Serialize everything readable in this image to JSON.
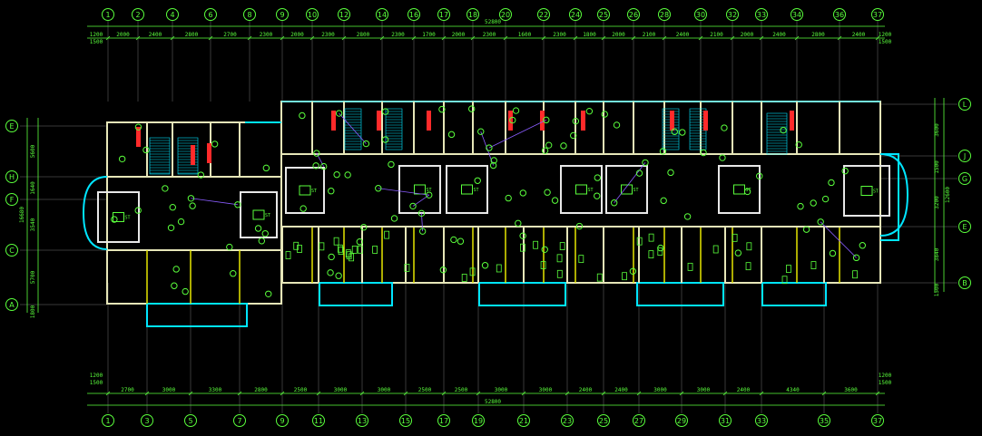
{
  "top_axes": [
    "1",
    "2",
    "4",
    "6",
    "8",
    "9",
    "10",
    "12",
    "14",
    "16",
    "17",
    "18",
    "20",
    "22",
    "24",
    "25",
    "26",
    "28",
    "30",
    "32",
    "33",
    "34",
    "36",
    "37"
  ],
  "bottom_axes": [
    "1",
    "3",
    "5",
    "7",
    "9",
    "11",
    "13",
    "15",
    "17",
    "19",
    "21",
    "23",
    "25",
    "27",
    "29",
    "31",
    "33",
    "35",
    "37"
  ],
  "left_axes": [
    "E",
    "H",
    "F",
    "C",
    "A"
  ],
  "right_axes": [
    "L",
    "J",
    "G",
    "E",
    "B"
  ],
  "top_dims": [
    "2000",
    "2400",
    "2800",
    "2700",
    "2300",
    "2000",
    "2300",
    "2800",
    "2300",
    "1700",
    "2000",
    "2300",
    "1600",
    "2300",
    "1800",
    "2000",
    "2100",
    "2400",
    "2100",
    "2000",
    "2400",
    "2800",
    "2400"
  ],
  "top_total": "52800",
  "top_left_offsets": [
    "1200",
    "1500"
  ],
  "top_right_offsets": [
    "1200",
    "1500"
  ],
  "bottom_dims": [
    "2700",
    "3000",
    "3300",
    "2800",
    "2500",
    "3000",
    "3000",
    "2500",
    "2500",
    "3000",
    "3000",
    "2400",
    "2400",
    "3000",
    "3000",
    "2400",
    "4340",
    "3600"
  ],
  "bottom_total": "52800",
  "bottom_left_offsets": [
    "1200",
    "1500"
  ],
  "bottom_right_offsets": [
    "1200",
    "1500"
  ],
  "left_dims": [
    "5600",
    "1640",
    "3540",
    "5700"
  ],
  "left_total": "16680",
  "left_offset": "1800",
  "right_dims": [
    "3600",
    "1500",
    "3200",
    "3840"
  ],
  "right_total": "12600",
  "right_offset": "1500",
  "room_labels": [
    "ST",
    "ST",
    "ST",
    "ST",
    "ST",
    "ST",
    "ST",
    "ST",
    "ST"
  ]
}
